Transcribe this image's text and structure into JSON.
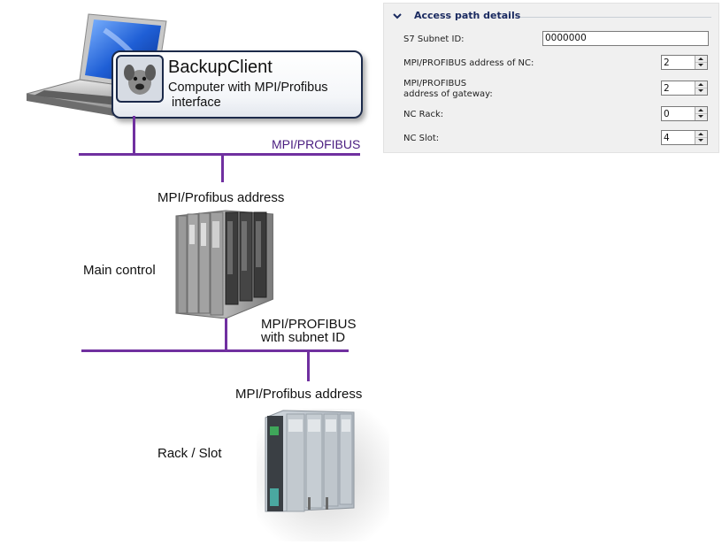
{
  "colors": {
    "bus_line": "#7030a0",
    "panel_title": "#1a2a60",
    "panel_bg": "#f0f0f0"
  },
  "diagram": {
    "client": {
      "title": "BackupClient",
      "subtitle": "Computer with MPI/Profibus\n interface",
      "icon": "dog-face-icon",
      "device_icon": "laptop-icon"
    },
    "bus_top_label": "MPI/PROFIBUS",
    "main_control_address_label": "MPI/Profibus address",
    "main_control_label": "Main control",
    "main_control_icon": "plc-rack-icon",
    "bus_bottom_label_line1": "MPI/PROFIBUS",
    "bus_bottom_label_line2": "with subnet ID",
    "drive_address_label": "MPI/Profibus address",
    "drive_label": "Rack / Slot",
    "drive_icon": "drive-module-icon"
  },
  "panel": {
    "title": "Access path details",
    "toggle_icon": "chevron-down-icon",
    "fields": {
      "subnet_id": {
        "label": "S7 Subnet ID:",
        "value": "0000000"
      },
      "nc_address": {
        "label": "MPI/PROFIBUS address of NC:",
        "value": "2"
      },
      "gateway_address": {
        "label_line1": "MPI/PROFIBUS",
        "label_line2": "address of gateway:",
        "value": "2"
      },
      "nc_rack": {
        "label": "NC Rack:",
        "value": "0"
      },
      "nc_slot": {
        "label": "NC Slot:",
        "value": "4"
      }
    }
  }
}
